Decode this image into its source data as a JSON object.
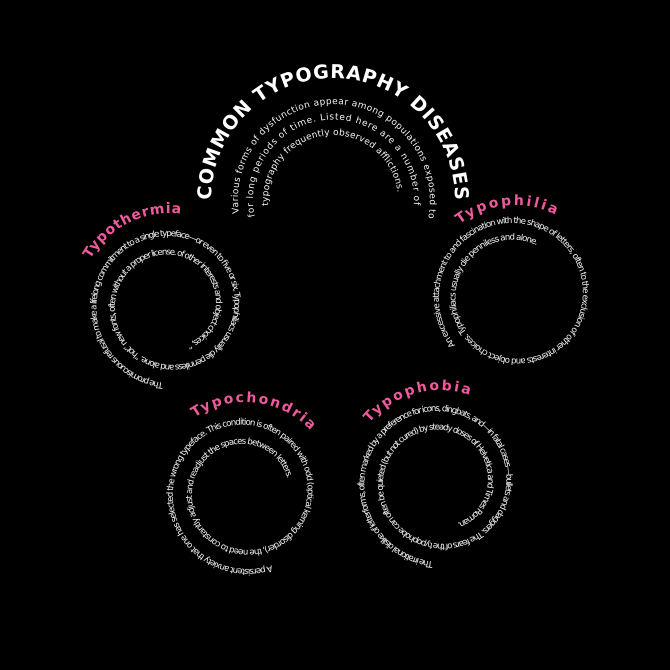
{
  "poster": {
    "title": "COMMON TYPOGRAPHY DISEASES",
    "intro_lines": [
      "Various forms of dysfunction appear among populations exposed to",
      "for long periods of time. Listed  here are a number of",
      "typography frequently observed afflictions."
    ]
  },
  "colors": {
    "background": "#000000",
    "text": "#f2f2f2",
    "accent": "#ee5a9c"
  },
  "diseases": [
    {
      "name": "Typothermia",
      "text": "The promiscuous refusal to make a lifelong commitment to a single typeface—or even to five or six. Typophiliacs usually die penniless and alone. “hot” new fonts, often without a proper license. of other interests and object choices, ”"
    },
    {
      "name": "Typophilia",
      "text": "An excessive attachment to and fascination with the shape of letters, often to the exclusion of other interests and object choices. Typophiliacs usually die penniless and alone."
    },
    {
      "name": "Typochondria",
      "text": "A persistent anxiety that one has selected the wrong typeface. This condition is often paired with odd (optical kerning disorder), the need to constantly adjust and readjust the spaces between letters."
    },
    {
      "name": "Typophobia",
      "text": "The irrational dislike of letterforms, often marked by a preference for icons, dingbats, and—in fatal cases—bullets and daggers. The fears of the typophobe can often be quieted (but not cured) by steady doses of Helvetica and Times Roman."
    }
  ]
}
